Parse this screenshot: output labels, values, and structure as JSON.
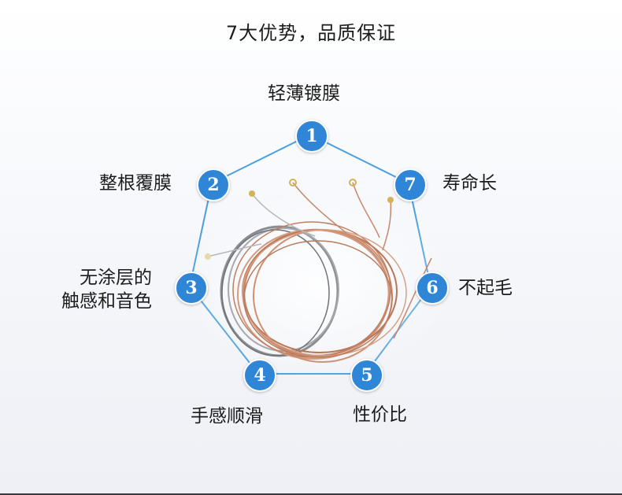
{
  "title": "7大优势，品质保证",
  "features": [
    {
      "number": "1",
      "label": "轻薄镀膜"
    },
    {
      "number": "2",
      "label": "整根覆膜"
    },
    {
      "number": "3",
      "label_line1": "无涂层的",
      "label_line2": "触感和音色"
    },
    {
      "number": "4",
      "label": "手感顺滑"
    },
    {
      "number": "5",
      "label": "性价比"
    },
    {
      "number": "6",
      "label": "不起毛"
    },
    {
      "number": "7",
      "label": "寿命长"
    }
  ],
  "colors": {
    "accent": "#2f86d6",
    "outline": "#4aa0dc",
    "bronze": "#c8876a",
    "steel": "#8a8d92",
    "ball_end": "#d4b256"
  }
}
